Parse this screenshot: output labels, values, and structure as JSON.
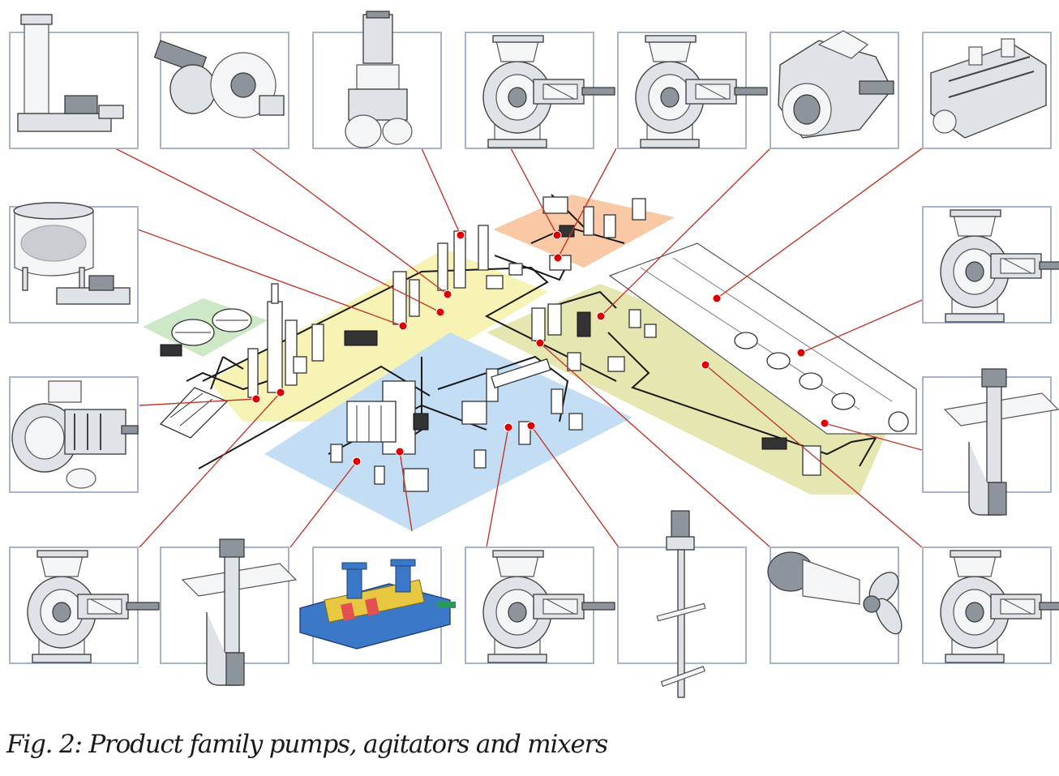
{
  "caption": "Fig. 2: Product family pumps, agitators and mixers",
  "colors": {
    "zone_orange": "#f9c9a6",
    "zone_yellow": "#f7f3b4",
    "zone_green": "#cde8c6",
    "zone_blue": "#c3def4",
    "zone_olive": "#e5e6b0",
    "frame_border": "#a9b3c9",
    "leader_line": "#c0392b",
    "marker": "#e00000"
  },
  "products": [
    {
      "id": "p1",
      "icon": "vertical-tank-pump-unit-icon"
    },
    {
      "id": "p2",
      "icon": "inline-motor-pump-icon"
    },
    {
      "id": "p3",
      "icon": "vertical-inline-pump-icon"
    },
    {
      "id": "p4",
      "icon": "volute-pump-cutaway-icon"
    },
    {
      "id": "p5",
      "icon": "volute-pump-cutaway-icon"
    },
    {
      "id": "p6",
      "icon": "split-case-pump-icon"
    },
    {
      "id": "p7",
      "icon": "multistage-pump-icon"
    },
    {
      "id": "p8",
      "icon": "tank-pump-skid-icon"
    },
    {
      "id": "p9",
      "icon": "horizontal-multistage-cutaway-icon"
    },
    {
      "id": "p10",
      "icon": "volute-pump-cutaway-icon"
    },
    {
      "id": "p11",
      "icon": "vertical-sump-pump-icon"
    },
    {
      "id": "p12",
      "icon": "volute-pump-cutaway-icon"
    },
    {
      "id": "p13",
      "icon": "vertical-sump-pump-icon"
    },
    {
      "id": "p14",
      "icon": "colored-multistage-pump-icon"
    },
    {
      "id": "p15",
      "icon": "volute-pump-cutaway-icon"
    },
    {
      "id": "p16",
      "icon": "agitator-icon"
    },
    {
      "id": "p17",
      "icon": "propeller-mixer-icon"
    },
    {
      "id": "p18",
      "icon": "volute-pump-cutaway-icon"
    }
  ]
}
